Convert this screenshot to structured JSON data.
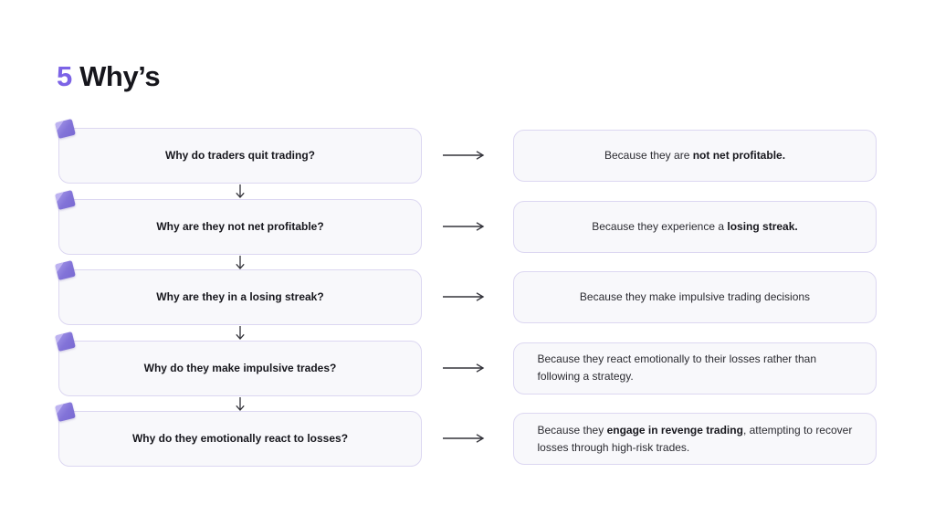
{
  "title": {
    "number": "5",
    "word": "Why’s"
  },
  "colors": {
    "accent_purple": "#7c63e6",
    "box_border": "#dcd7f1",
    "box_background": "#f8f8fb",
    "sticky_note_body": "#8273d8",
    "sticky_note_fold": "#beb3f1",
    "arrow": "#33333a",
    "heading_text": "#16161c",
    "body_text": "#2b2b31"
  },
  "icons": {
    "sticky_note": "sticky-note-icon",
    "right_arrow": "right-arrow-icon",
    "down_arrow": "down-arrow-icon"
  },
  "rows": [
    {
      "question": "Why do traders quit trading?",
      "answer": [
        {
          "text": "Because they are ",
          "bold": false
        },
        {
          "text": "not net profitable.",
          "bold": true
        }
      ],
      "answer_align": "center"
    },
    {
      "question": "Why are they not net profitable?",
      "answer": [
        {
          "text": "Because they experience a ",
          "bold": false
        },
        {
          "text": "losing streak.",
          "bold": true
        }
      ],
      "answer_align": "center"
    },
    {
      "question": "Why are they in a losing streak?",
      "answer": [
        {
          "text": "Because they make impulsive trading decisions",
          "bold": false
        }
      ],
      "answer_align": "center"
    },
    {
      "question": "Why do they make impulsive trades?",
      "answer": [
        {
          "text": "Because they react emotionally to their losses rather than following a strategy.",
          "bold": false
        }
      ],
      "answer_align": "left"
    },
    {
      "question": "Why do they emotionally react to losses?",
      "answer": [
        {
          "text": "Because they ",
          "bold": false
        },
        {
          "text": "engage in revenge trading",
          "bold": true
        },
        {
          "text": ", attempting to recover losses through high-risk trades.",
          "bold": false
        }
      ],
      "answer_align": "left"
    }
  ]
}
